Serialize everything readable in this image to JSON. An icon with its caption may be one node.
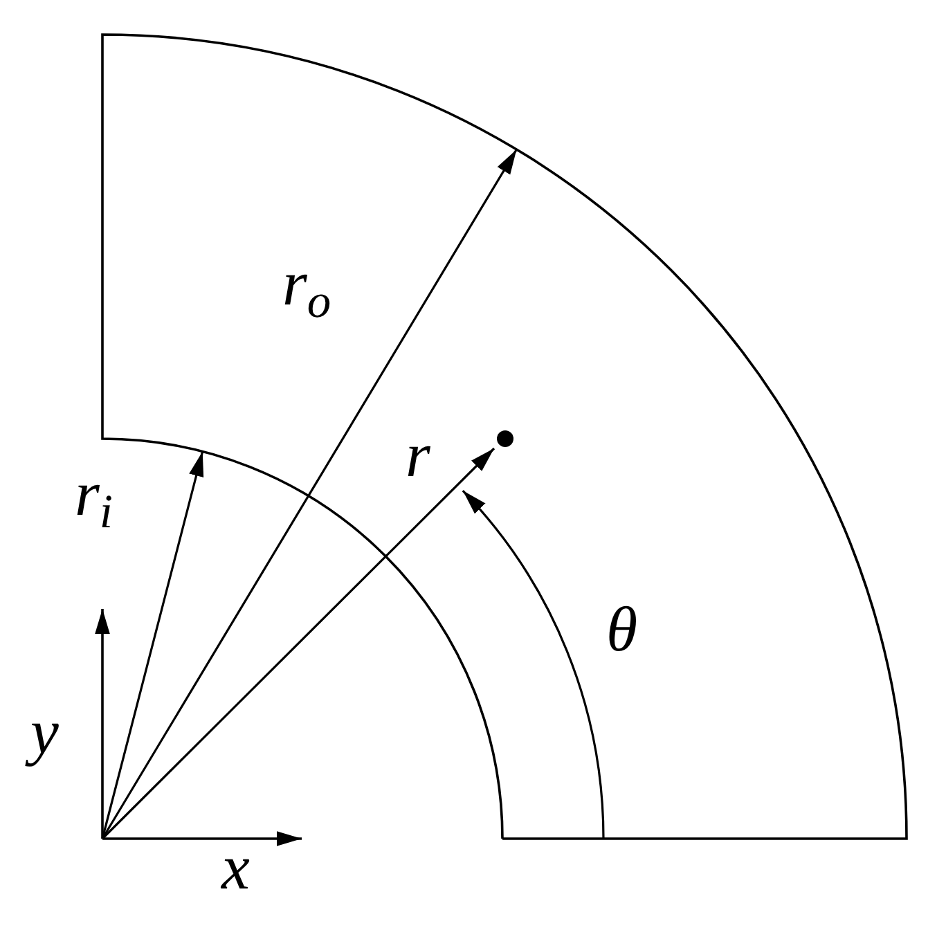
{
  "diagram": {
    "labels": [
      "r$_{o}$",
      "r$_{i}$",
      "r",
      "θ",
      "y",
      "x"
    ]
  }
}
